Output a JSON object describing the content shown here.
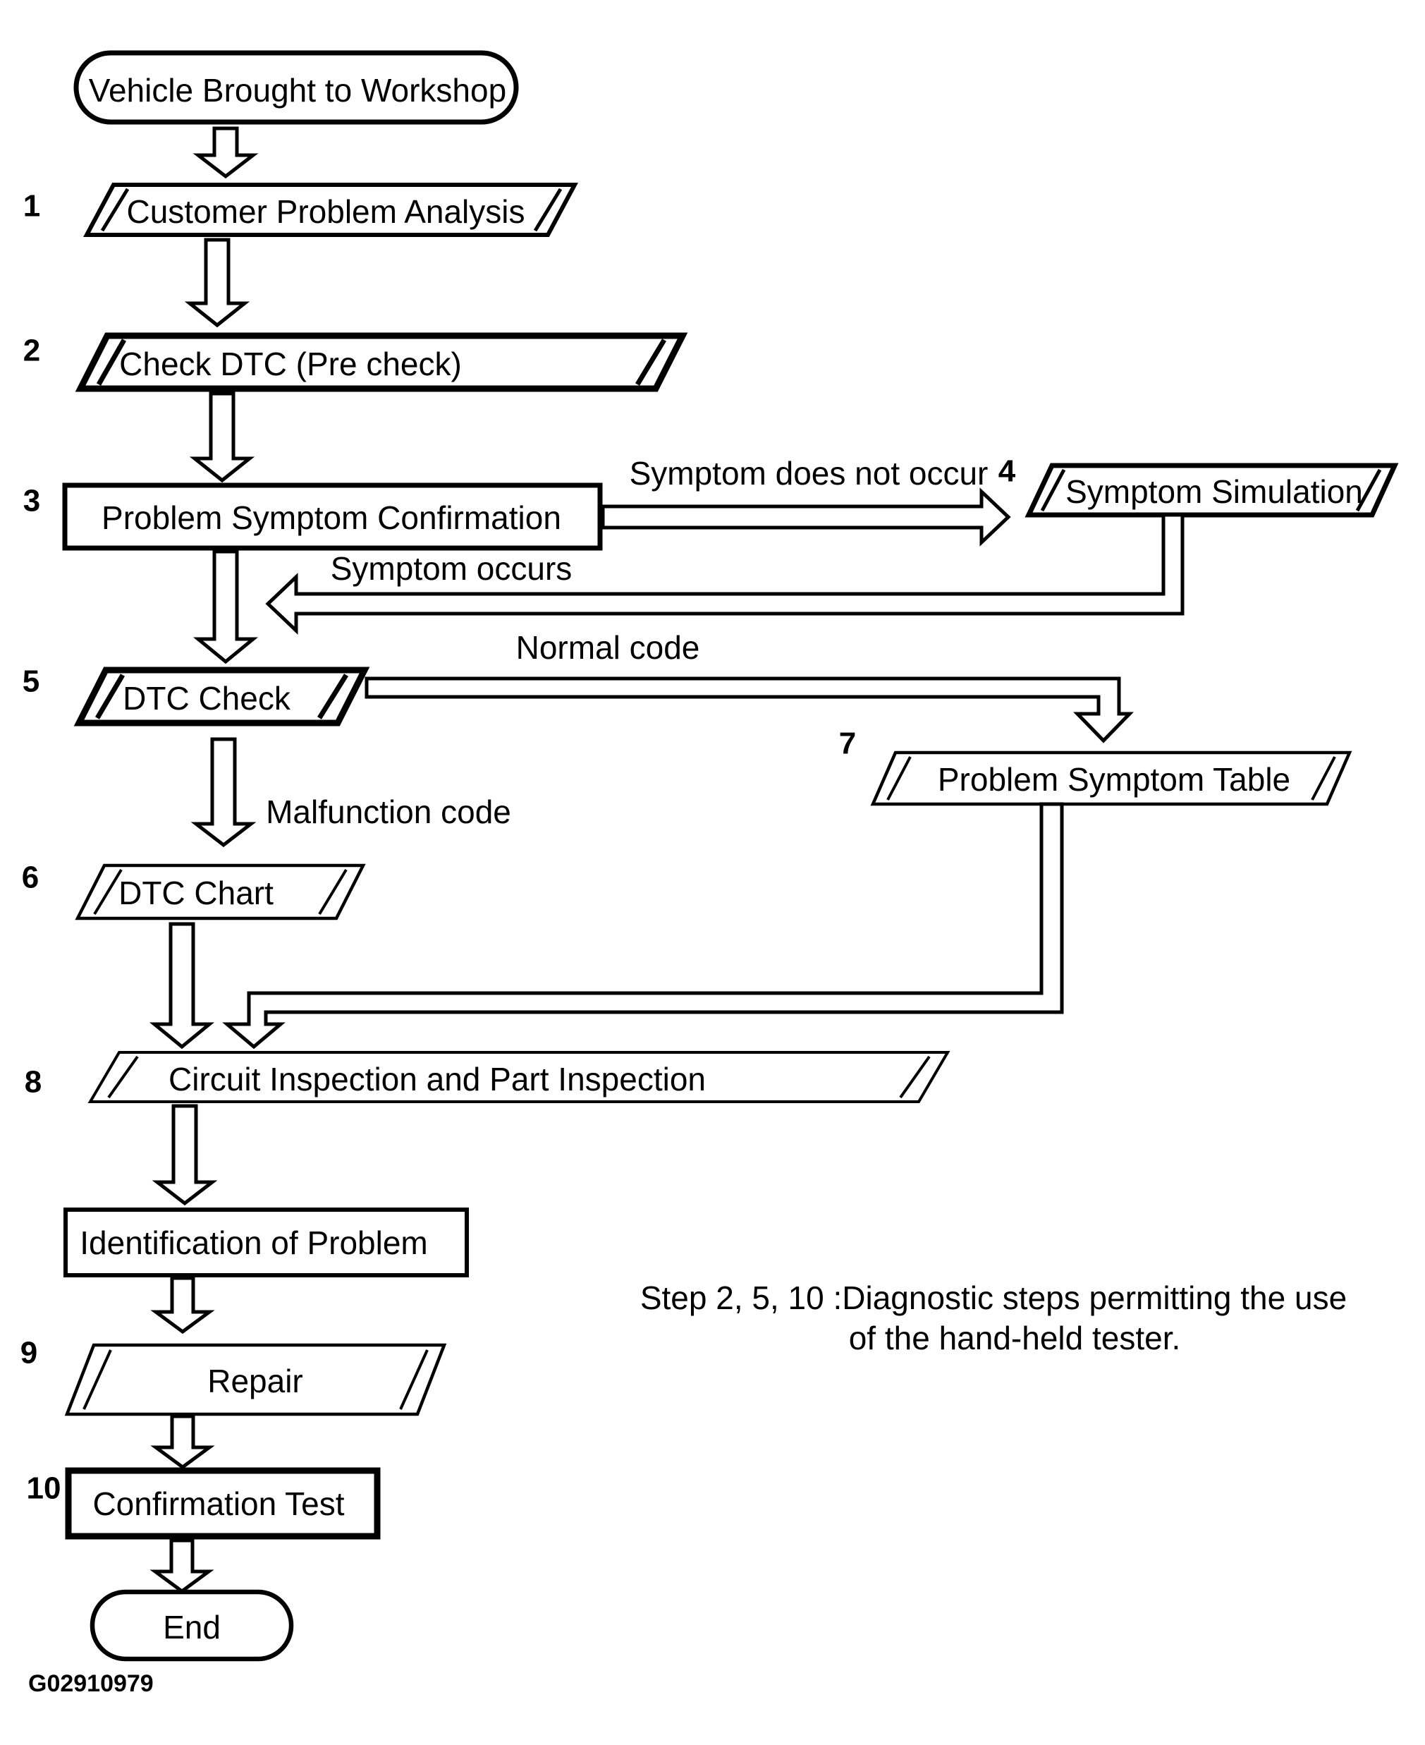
{
  "colors": {
    "ink": "#000000",
    "paper": "#ffffff"
  },
  "flowchart": {
    "start": {
      "label": "Vehicle Brought to Workshop"
    },
    "steps": [
      {
        "num": "1",
        "label": "Customer Problem Analysis"
      },
      {
        "num": "2",
        "label": "Check DTC (Pre check)"
      },
      {
        "num": "3",
        "label": "Problem Symptom Confirmation"
      },
      {
        "num": "4",
        "label": "Symptom Simulation"
      },
      {
        "num": "5",
        "label": "DTC Check"
      },
      {
        "num": "6",
        "label": "DTC Chart"
      },
      {
        "num": "7",
        "label": "Problem Symptom Table"
      },
      {
        "num": "8",
        "label": "Circuit Inspection and Part Inspection"
      },
      {
        "num": "9",
        "label": "Repair"
      },
      {
        "num": "10",
        "label": "Confirmation Test"
      }
    ],
    "identification": {
      "label": "Identification of Problem"
    },
    "end": {
      "label": "End"
    },
    "edges": {
      "symptom_does_not_occur": "Symptom does not occur",
      "symptom_occurs": "Symptom occurs",
      "normal_code": "Normal code",
      "malfunction_code": "Malfunction code"
    },
    "note": {
      "line1": "Step 2, 5, 10 :Diagnostic steps permitting the use",
      "line2": "of the hand-held tester."
    },
    "figure_id": "G02910979"
  }
}
